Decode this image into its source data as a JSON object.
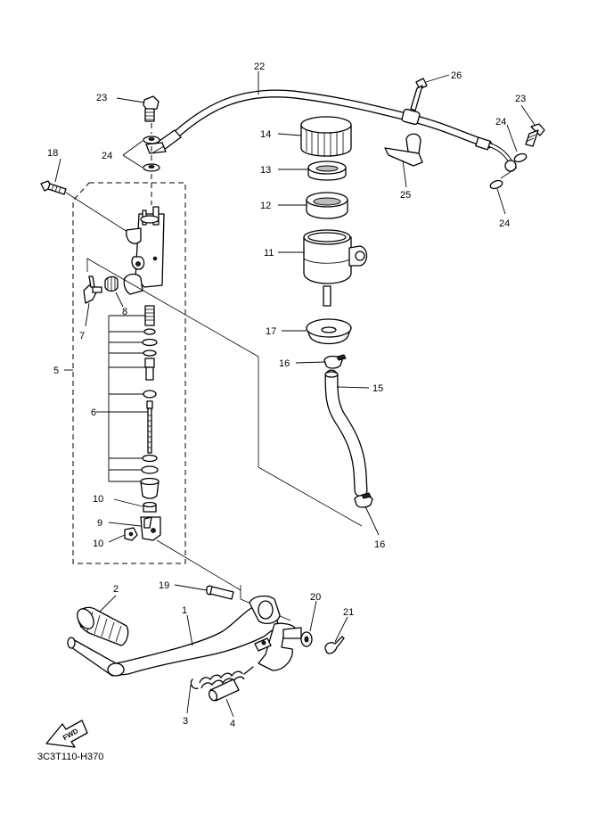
{
  "diagram_code": "3C3T110-H370",
  "fwd_arrow_text": "FWD",
  "callouts": {
    "n1": "1",
    "n2": "2",
    "n3": "3",
    "n4": "4",
    "n5": "5",
    "n6": "6",
    "n7": "7",
    "n8": "8",
    "n9": "9",
    "n10a": "10",
    "n10b": "10",
    "n11": "11",
    "n12": "12",
    "n13": "13",
    "n14": "14",
    "n15": "15",
    "n16a": "16",
    "n16b": "16",
    "n17": "17",
    "n18": "18",
    "n19": "19",
    "n20": "20",
    "n21": "21",
    "n22": "22",
    "n23a": "23",
    "n23b": "23",
    "n24a": "24",
    "n24b": "24",
    "n24c": "24",
    "n25": "25",
    "n26": "26"
  },
  "colors": {
    "line": "#000000",
    "background": "#ffffff"
  }
}
